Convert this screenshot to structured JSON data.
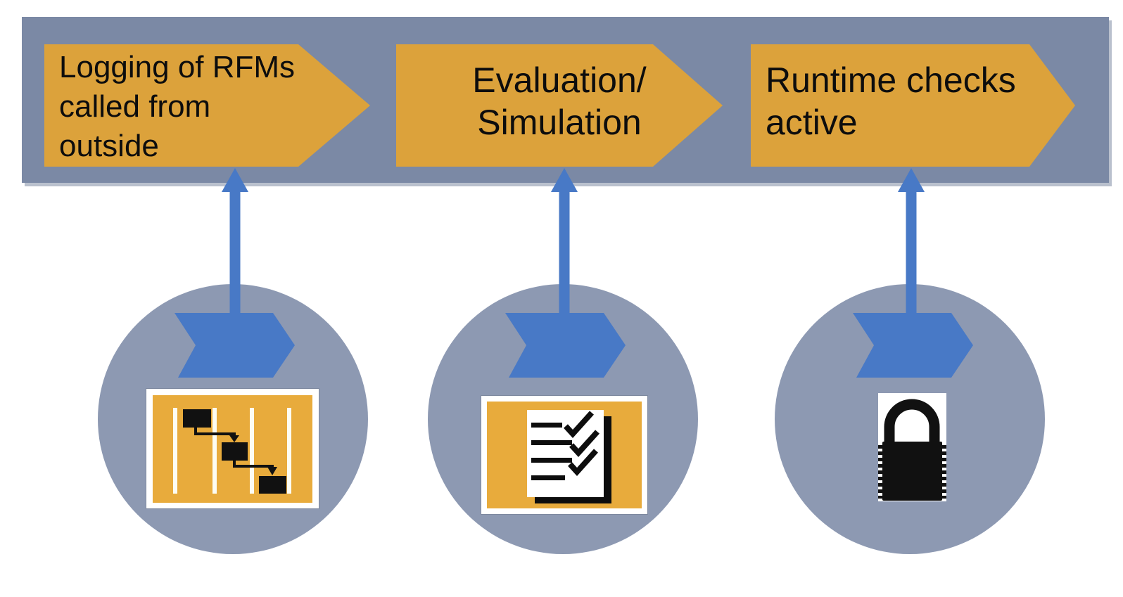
{
  "colors": {
    "band": "#7B89A5",
    "circle": "#8D99B2",
    "arrow_orange": "#DCA23B",
    "icon_orange": "#E8AB3C",
    "blue": "#4879C6",
    "text": "#0d0d0d"
  },
  "stages": [
    {
      "lines": [
        "Logging of RFMs",
        "called from",
        "outside"
      ],
      "icon": "flowchart"
    },
    {
      "lines": [
        "Evaluation/",
        "Simulation"
      ],
      "icon": "checklist"
    },
    {
      "lines": [
        "Runtime checks",
        "active"
      ],
      "icon": "padlock"
    }
  ]
}
